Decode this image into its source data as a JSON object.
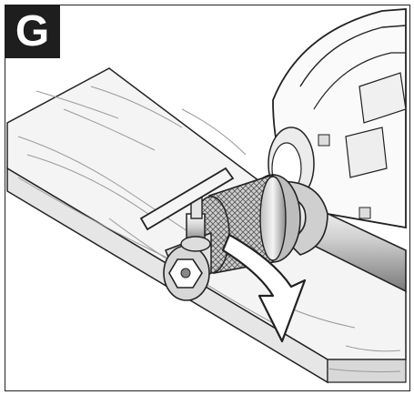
{
  "figure": {
    "label": "G"
  },
  "colors": {
    "outline": "#222222",
    "label_bg": "#1e1e1e",
    "label_fg": "#ffffff",
    "metal": "#d9d9d9",
    "shadow": "#8a8a8a",
    "wood": "#f2f2f2"
  },
  "illustration": {
    "parts": [
      "wood-board",
      "drill-housing",
      "drill-chuck",
      "chuck-key",
      "open-end-wrench",
      "rotation-arrow"
    ]
  }
}
